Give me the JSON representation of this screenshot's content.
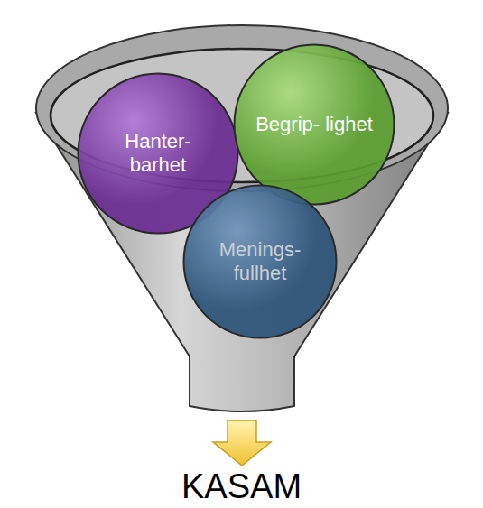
{
  "diagram": {
    "nodes": [
      {
        "text": [
          "Hanter- barhet"
        ]
      },
      {
        "text": [
          "Begrip- lighet"
        ]
      },
      {
        "text": [
          "Menings- fullhet"
        ]
      }
    ],
    "labels": [
      "KASAM"
    ]
  }
}
